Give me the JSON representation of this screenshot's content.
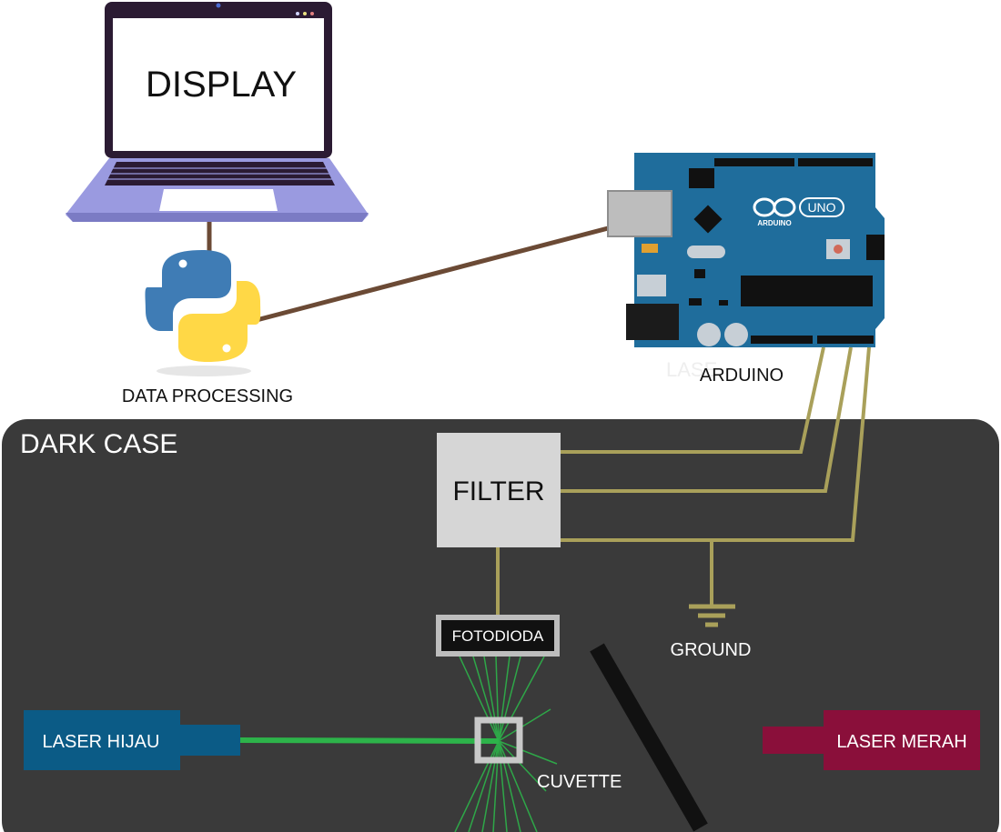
{
  "laptop": {
    "screen_label": "DISPLAY"
  },
  "python": {
    "caption": "DATA PROCESSING"
  },
  "arduino": {
    "logo_text": "ARDUINO",
    "model_text": "UNO",
    "caption": "ARDUINO",
    "ghost_text": "LASE"
  },
  "dark_case": {
    "title": "DARK CASE"
  },
  "filter": {
    "label": "FILTER"
  },
  "photodiode": {
    "label": "FOTODIODA"
  },
  "ground": {
    "label": "GROUND"
  },
  "laser_green": {
    "label": "LASER HIJAU"
  },
  "laser_red": {
    "label": "LASER MERAH"
  },
  "cuvette": {
    "label": "CUVETTE"
  },
  "colors": {
    "case": "#3a3a3a",
    "cable_brown": "#6b4a35",
    "wire_olive": "#a9a05a",
    "arduino_blue": "#1f6d9c",
    "laser_green_body": "#0b5b86",
    "laser_red_body": "#8a0f3a",
    "beam_green": "#2db34a",
    "filter_gray": "#d6d6d6"
  }
}
